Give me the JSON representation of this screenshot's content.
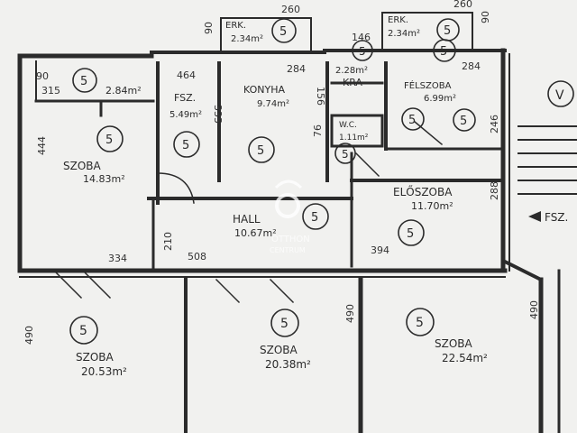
{
  "dimensions": {
    "d260a": "260",
    "d260b": "260",
    "d90a": "90",
    "d90b": "90",
    "d146": "146",
    "d464": "464",
    "d284a": "284",
    "d284b": "284",
    "d90c": "90",
    "d315": "315",
    "d335": "335",
    "d156": "156",
    "d76": "76",
    "d246": "246",
    "d444": "444",
    "d288": "288",
    "d210": "210",
    "d508": "508",
    "d394": "394",
    "d334": "334",
    "d490a": "490",
    "d490b": "490",
    "d490c": "490"
  },
  "rooms": {
    "erkely1": {
      "name": "ERK.",
      "area": "2.34m²"
    },
    "erkely2": {
      "name": "ERK.",
      "area": "2.34m²"
    },
    "balkon": {
      "area": "2.84m²"
    },
    "fsz1": {
      "name": "FSZ.",
      "area": "5.49m²"
    },
    "konyha": {
      "name": "KONYHA",
      "area": "9.74m²"
    },
    "kamra": {
      "name": "KRA",
      "area": "2.28m²"
    },
    "wc": {
      "name": "W.C.",
      "area": "1.11m²"
    },
    "felszoba": {
      "name": "FÉLSZOBA",
      "area": "6.99m²"
    },
    "szoba1": {
      "name": "SZOBA",
      "area": "14.83m²"
    },
    "eloszoba": {
      "name": "ELŐSZOBA",
      "area": "11.70m²"
    },
    "hall": {
      "name": "HALL",
      "area": "10.67m²"
    },
    "szoba2": {
      "name": "SZOBA",
      "area": "20.53m²"
    },
    "szoba3": {
      "name": "SZOBA",
      "area": "20.38m²"
    },
    "szoba4": {
      "name": "SZOBA",
      "area": "22.54m²"
    }
  },
  "markers": {
    "five": "5",
    "stair": "V"
  },
  "entrance": {
    "label": "FSZ."
  },
  "watermark": {
    "line1": "OTTHON",
    "line2": "CENTRUM"
  }
}
